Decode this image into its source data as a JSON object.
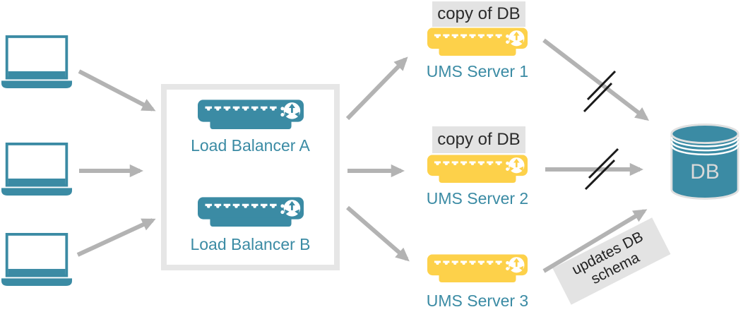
{
  "diagram": {
    "clients": {
      "icon": "laptop-icon",
      "count": 3
    },
    "load_balancer_group": {
      "items": [
        {
          "label": "Load Balancer A",
          "icon": "load-balancer-appliance-icon"
        },
        {
          "label": "Load Balancer B",
          "icon": "load-balancer-appliance-icon"
        }
      ]
    },
    "ums_servers": [
      {
        "label": "UMS Server 1",
        "badge": "copy of DB",
        "icon": "server-appliance-icon",
        "link_to_db": "severed"
      },
      {
        "label": "UMS Server 2",
        "badge": "copy of DB",
        "icon": "server-appliance-icon",
        "link_to_db": "severed"
      },
      {
        "label": "UMS Server 3",
        "icon": "server-appliance-icon",
        "link_to_db": "active"
      }
    ],
    "database": {
      "label": "DB",
      "icon": "database-cylinder-icon"
    },
    "annotations": {
      "schema_note": "updates DB schema"
    },
    "colors": {
      "teal": "#3b8ba4",
      "yellow": "#fdd14a",
      "arrow_gray": "#b3b3b3",
      "label_bg": "#e3e3e3",
      "box_border": "#e6e6e6",
      "slash_black": "#1a1a1a",
      "db_text": "#d9d9d9"
    }
  }
}
